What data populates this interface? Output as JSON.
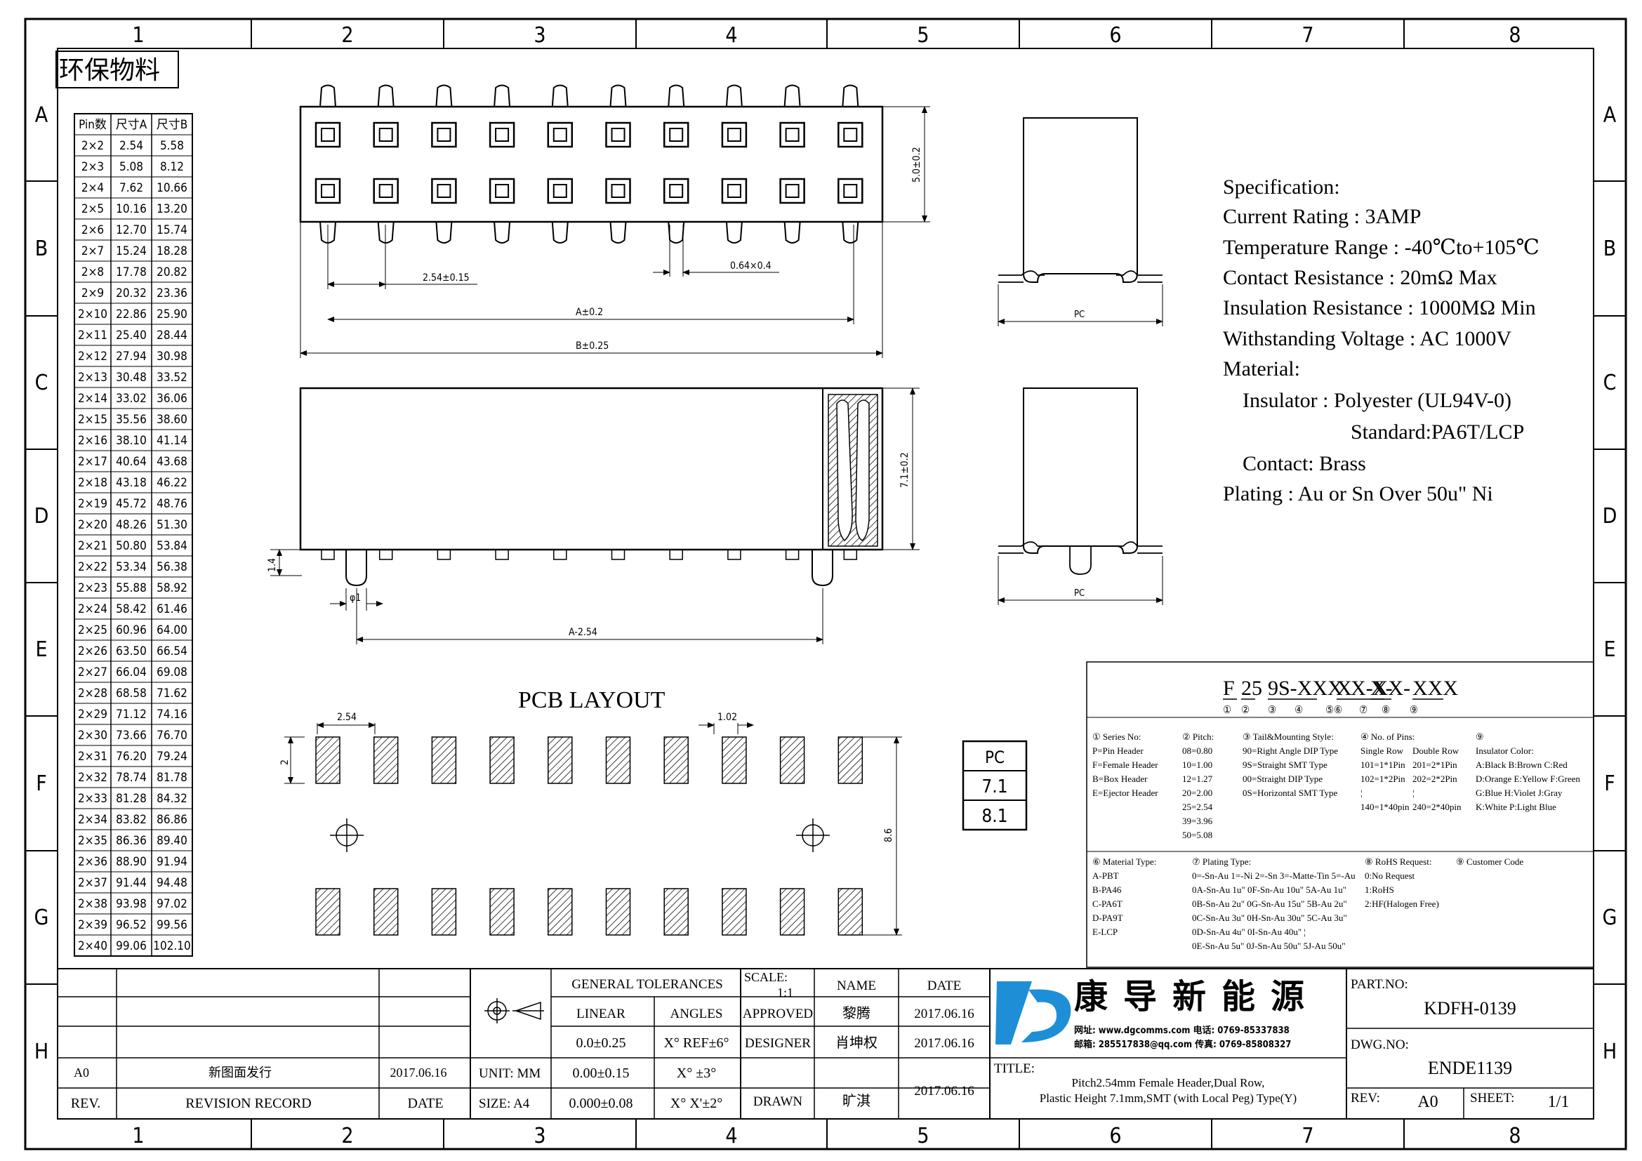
{
  "grid": {
    "cols": [
      "1",
      "2",
      "3",
      "4",
      "5",
      "6",
      "7",
      "8"
    ],
    "rows": [
      "A",
      "B",
      "C",
      "D",
      "E",
      "F",
      "G",
      "H"
    ]
  },
  "stamp": "环保物料",
  "size_table": {
    "headers": [
      "Pin数",
      "尺寸A",
      "尺寸B"
    ],
    "rows": [
      [
        "2×2",
        "2.54",
        "5.58"
      ],
      [
        "2×3",
        "5.08",
        "8.12"
      ],
      [
        "2×4",
        "7.62",
        "10.66"
      ],
      [
        "2×5",
        "10.16",
        "13.20"
      ],
      [
        "2×6",
        "12.70",
        "15.74"
      ],
      [
        "2×7",
        "15.24",
        "18.28"
      ],
      [
        "2×8",
        "17.78",
        "20.82"
      ],
      [
        "2×9",
        "20.32",
        "23.36"
      ],
      [
        "2×10",
        "22.86",
        "25.90"
      ],
      [
        "2×11",
        "25.40",
        "28.44"
      ],
      [
        "2×12",
        "27.94",
        "30.98"
      ],
      [
        "2×13",
        "30.48",
        "33.52"
      ],
      [
        "2×14",
        "33.02",
        "36.06"
      ],
      [
        "2×15",
        "35.56",
        "38.60"
      ],
      [
        "2×16",
        "38.10",
        "41.14"
      ],
      [
        "2×17",
        "40.64",
        "43.68"
      ],
      [
        "2×18",
        "43.18",
        "46.22"
      ],
      [
        "2×19",
        "45.72",
        "48.76"
      ],
      [
        "2×20",
        "48.26",
        "51.30"
      ],
      [
        "2×21",
        "50.80",
        "53.84"
      ],
      [
        "2×22",
        "53.34",
        "56.38"
      ],
      [
        "2×23",
        "55.88",
        "58.92"
      ],
      [
        "2×24",
        "58.42",
        "61.46"
      ],
      [
        "2×25",
        "60.96",
        "64.00"
      ],
      [
        "2×26",
        "63.50",
        "66.54"
      ],
      [
        "2×27",
        "66.04",
        "69.08"
      ],
      [
        "2×28",
        "68.58",
        "71.62"
      ],
      [
        "2×29",
        "71.12",
        "74.16"
      ],
      [
        "2×30",
        "73.66",
        "76.70"
      ],
      [
        "2×31",
        "76.20",
        "79.24"
      ],
      [
        "2×32",
        "78.74",
        "81.78"
      ],
      [
        "2×33",
        "81.28",
        "84.32"
      ],
      [
        "2×34",
        "83.82",
        "86.86"
      ],
      [
        "2×35",
        "86.36",
        "89.40"
      ],
      [
        "2×36",
        "88.90",
        "91.94"
      ],
      [
        "2×37",
        "91.44",
        "94.48"
      ],
      [
        "2×38",
        "93.98",
        "97.02"
      ],
      [
        "2×39",
        "96.52",
        "99.56"
      ],
      [
        "2×40",
        "99.06",
        "102.10"
      ]
    ]
  },
  "dims": {
    "pitch": "2.54±0.15",
    "pin": "0.64×0.4",
    "a": "A±0.2",
    "b": "B±0.25",
    "height_top": "5.0±0.2",
    "height_side": "7.1±0.2",
    "standoff": "1.4",
    "peg": "φ1",
    "a_minus": "A-2.54",
    "pc": "PC"
  },
  "specification": [
    "Specification:",
    "Current Rating : 3AMP",
    "Temperature Range : -40℃to+105℃",
    "Contact Resistance : 20mΩ Max",
    "Insulation Resistance : 1000MΩ Min",
    "Withstanding Voltage : AC 1000V",
    "Material:",
    "Insulator : Polyester (UL94V-0)",
    "Standard:PA6T/LCP",
    "Contact: Brass",
    "Plating : Au or Sn Over 50u\" Ni"
  ],
  "pcb": {
    "title": "PCB LAYOUT",
    "pitch": "2.54",
    "pad_w": "1.02",
    "pad_h": "2",
    "span": "8.6"
  },
  "pc_table": [
    "PC",
    "7.1",
    "8.1"
  ],
  "part_code": {
    "segments": [
      "F",
      "25",
      "9S-XXX",
      "X",
      "X-XX-",
      "X-",
      "XXX"
    ],
    "markers": [
      "①",
      "②",
      "③",
      "④",
      "⑤⑥",
      "⑦",
      "⑧",
      "⑨"
    ],
    "col1": [
      "① Series No:",
      "P=Pin Header",
      "F=Female Header",
      "B=Box Header",
      "E=Ejector Header"
    ],
    "col2": [
      "② Pitch:",
      "08=0.80",
      "10=1.00",
      "12=1.27",
      "20=2.00",
      "25=2.54",
      "39=3.96",
      "50=5.08"
    ],
    "col3": [
      "③ Tail&Mounting Style:",
      "90=Right Angle DIP Type",
      "9S=Straight SMT Type",
      "00=Straight DIP Type",
      "0S=Horizontal SMT Type"
    ],
    "col4": [
      "④ No. of Pins:",
      "Single Row",
      "101=1*1Pin",
      "102=1*2Pin",
      "¦",
      "140=1*40pin"
    ],
    "col4b": [
      "Double Row",
      "201=2*1Pin",
      "202=2*2Pin",
      "¦",
      "240=2*40pin"
    ],
    "col5": [
      "⑨",
      "Insulator Color:",
      "A:Black  B:Brown  C:Red",
      "D:Orange E:Yellow F:Green",
      "G:Blue   H:Violet J:Gray",
      "K:White  P:Light Blue"
    ],
    "mat": [
      "⑥ Material Type:",
      "A-PBT",
      "B-PA46",
      "C-PA6T",
      "D-PA9T",
      "E-LCP"
    ],
    "plating": [
      "⑦ Plating Type:",
      "0=-Sn-Au 1=-Ni 2=-Sn 3=-Matte-Tin 5=-Au",
      "0A-Sn-Au 1u\" 0F-Sn-Au 10u\"  5A-Au 1u\"",
      "0B-Sn-Au 2u\" 0G-Sn-Au 15u\"  5B-Au 2u\"",
      "0C-Sn-Au 3u\" 0H-Sn-Au 30u\"  5C-Au 3u\"",
      "0D-Sn-Au 4u\" 0I-Sn-Au 40u\"      ¦",
      "0E-Sn-Au 5u\" 0J-Sn-Au 50u\"  5J-Au 50u\""
    ],
    "rohs": [
      "⑧ RoHS Request:",
      "0:No Request",
      "1:RoHS",
      "2:HF(Halogen Free)"
    ],
    "customer": "⑨ Customer Code"
  },
  "title_block": {
    "tolerances_title": "GENERAL TOLERANCES",
    "linear": "LINEAR",
    "angles": "ANGLES",
    "lin_vals": [
      "0.0±0.25",
      "0.00±0.15",
      "0.000±0.08"
    ],
    "ang_vals": [
      "X° REF±6°",
      "X° ±3°",
      "X° X'±2°"
    ],
    "unit": "UNIT:  MM",
    "size": "SIZE:  A4",
    "scale": "SCALE:",
    "scale_val": "1:1",
    "name": "NAME",
    "date": "DATE",
    "approved": "APPROVED",
    "designer": "DESIGNER",
    "drawn": "DRAWN",
    "approved_name": "黎腾",
    "designer_name": "肖坤权",
    "drawn_name": "旷淇",
    "approved_date": "2017.06.16",
    "designer_date": "2017.06.16",
    "drawn_date": "2017.06.16",
    "rev_label": "REV.",
    "revision_record": "REVISION RECORD",
    "date_label": "DATE",
    "rev_a0": "A0",
    "rev_note": "新图面发行",
    "rev_date": "2017.06.16",
    "company": "康导新能源",
    "company_line1": "网址: www.dgcomms.com  电话: 0769-85337838",
    "company_line2": "邮箱: 285517838@qq.com  传真: 0769-85808327",
    "title_label": "TITLE:",
    "title_1": "Pitch2.54mm Female Header,Dual Row,",
    "title_2": "Plastic Height 7.1mm,SMT (with Local Peg) Type(Y)",
    "part_no_label": "PART.NO:",
    "part_no": "KDFH-0139",
    "dwg_no_label": "DWG.NO:",
    "dwg_no": "ENDE1139",
    "rev_lbl2": "REV:",
    "rev_val": "A0",
    "sheet_lbl": "SHEET:",
    "sheet_val": "1/1"
  }
}
